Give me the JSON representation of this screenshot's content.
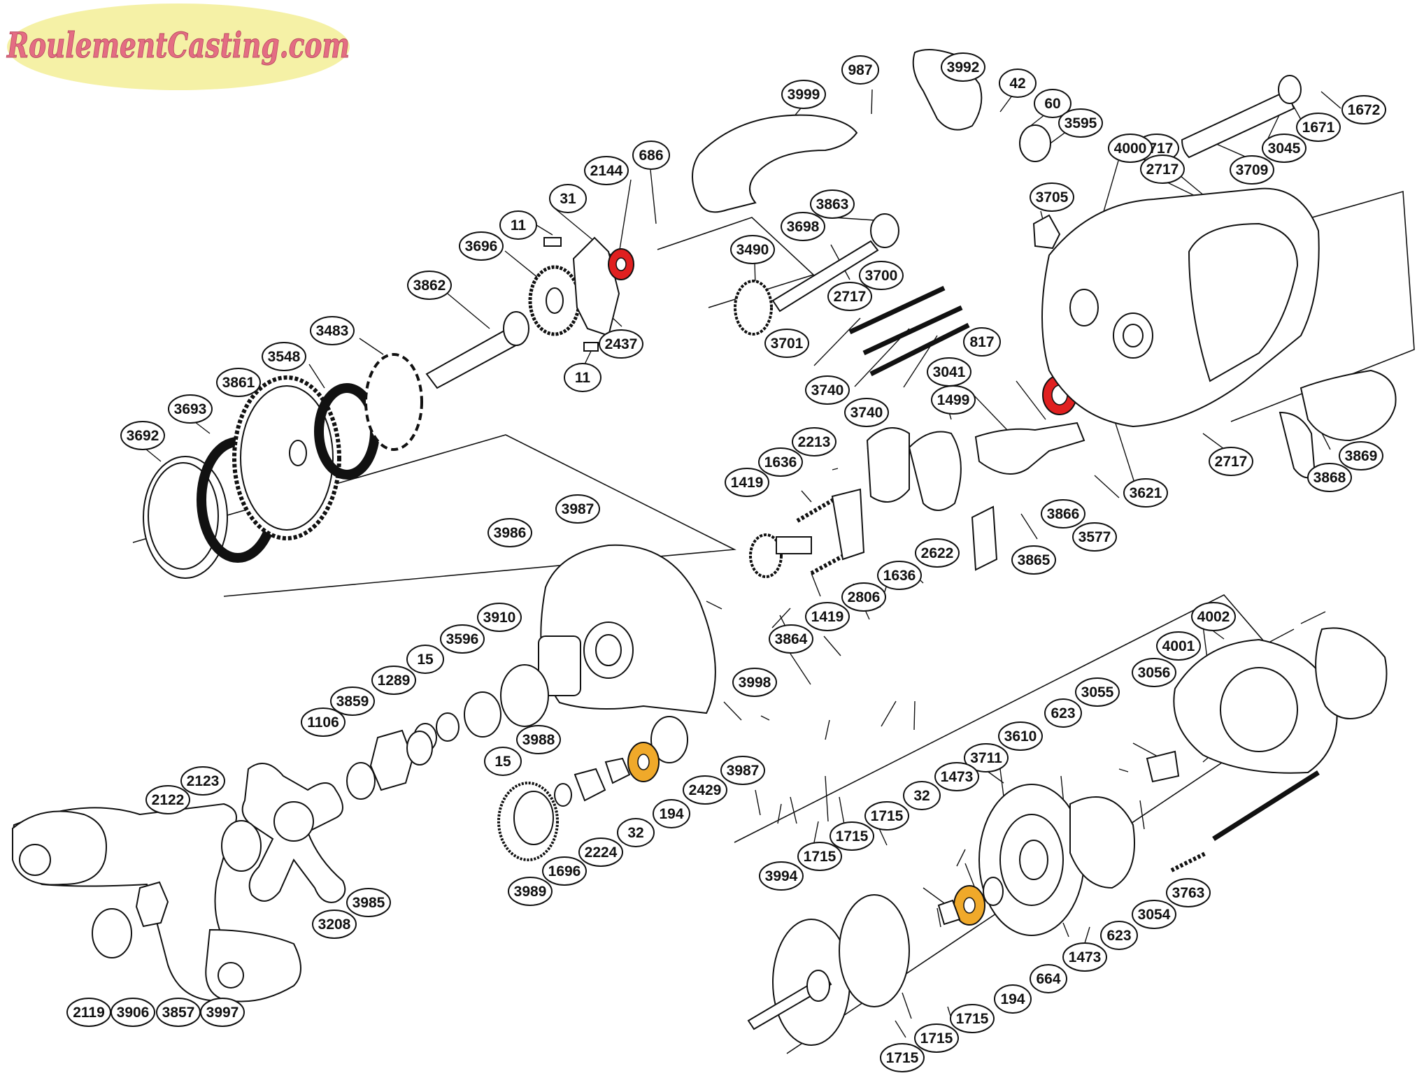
{
  "logo": {
    "text": "RoulementCasting.com",
    "fill_color": "#f5f1a6",
    "text_color": "#e46d83"
  },
  "colors": {
    "highlight_red": "#e02020",
    "highlight_orange": "#f0a92a",
    "line": "#111111"
  },
  "callouts": [
    {
      "label": "3999"
    },
    {
      "label": "987"
    },
    {
      "label": "3992"
    },
    {
      "label": "42"
    },
    {
      "label": "60"
    },
    {
      "label": "3595"
    },
    {
      "label": "1672"
    },
    {
      "label": "1671"
    },
    {
      "label": "3045"
    },
    {
      "label": "3709"
    },
    {
      "label": "2717"
    },
    {
      "label": "2717"
    },
    {
      "label": "4000"
    },
    {
      "label": "3705"
    },
    {
      "label": "686"
    },
    {
      "label": "2144"
    },
    {
      "label": "31"
    },
    {
      "label": "11"
    },
    {
      "label": "3696"
    },
    {
      "label": "3862"
    },
    {
      "label": "3483"
    },
    {
      "label": "3548"
    },
    {
      "label": "3861"
    },
    {
      "label": "3693"
    },
    {
      "label": "3692"
    },
    {
      "label": "2437"
    },
    {
      "label": "11"
    },
    {
      "label": "3863"
    },
    {
      "label": "3698"
    },
    {
      "label": "3490"
    },
    {
      "label": "3700"
    },
    {
      "label": "2717"
    },
    {
      "label": "3701"
    },
    {
      "label": "3740"
    },
    {
      "label": "3740"
    },
    {
      "label": "1499"
    },
    {
      "label": "3041"
    },
    {
      "label": "817"
    },
    {
      "label": "3869"
    },
    {
      "label": "2717"
    },
    {
      "label": "3868"
    },
    {
      "label": "3621"
    },
    {
      "label": "2213"
    },
    {
      "label": "1636"
    },
    {
      "label": "1419"
    },
    {
      "label": "3866"
    },
    {
      "label": "3577"
    },
    {
      "label": "3865"
    },
    {
      "label": "2622"
    },
    {
      "label": "1636"
    },
    {
      "label": "2806"
    },
    {
      "label": "1419"
    },
    {
      "label": "3864"
    },
    {
      "label": "3987"
    },
    {
      "label": "3986"
    },
    {
      "label": "3910"
    },
    {
      "label": "3596"
    },
    {
      "label": "15"
    },
    {
      "label": "1289"
    },
    {
      "label": "3859"
    },
    {
      "label": "1106"
    },
    {
      "label": "15"
    },
    {
      "label": "3988"
    },
    {
      "label": "3998"
    },
    {
      "label": "3987"
    },
    {
      "label": "2429"
    },
    {
      "label": "194"
    },
    {
      "label": "32"
    },
    {
      "label": "2224"
    },
    {
      "label": "1696"
    },
    {
      "label": "3989"
    },
    {
      "label": "2123"
    },
    {
      "label": "2122"
    },
    {
      "label": "3985"
    },
    {
      "label": "3208"
    },
    {
      "label": "2119"
    },
    {
      "label": "3906"
    },
    {
      "label": "3857"
    },
    {
      "label": "3997"
    },
    {
      "label": "4002"
    },
    {
      "label": "4001"
    },
    {
      "label": "3056"
    },
    {
      "label": "3055"
    },
    {
      "label": "623"
    },
    {
      "label": "3610"
    },
    {
      "label": "3711"
    },
    {
      "label": "1473"
    },
    {
      "label": "32"
    },
    {
      "label": "1715"
    },
    {
      "label": "1715"
    },
    {
      "label": "1715"
    },
    {
      "label": "3994"
    },
    {
      "label": "3763"
    },
    {
      "label": "3054"
    },
    {
      "label": "623"
    },
    {
      "label": "1473"
    },
    {
      "label": "664"
    },
    {
      "label": "194"
    },
    {
      "label": "1715"
    },
    {
      "label": "1715"
    },
    {
      "label": "1715"
    }
  ]
}
